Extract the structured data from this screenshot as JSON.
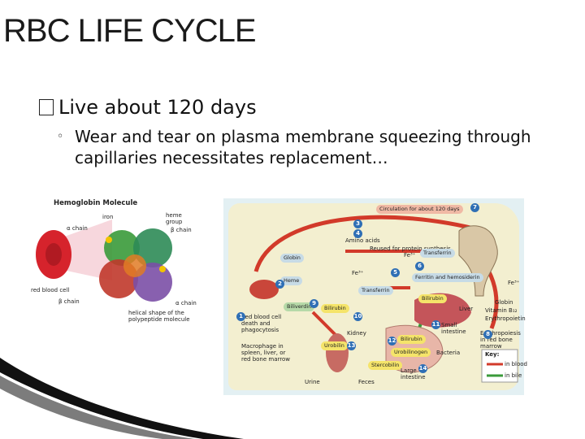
{
  "slide": {
    "title": "RBC LIFE CYCLE",
    "bullet1": "Live about 120 days",
    "bullet2_mark": "◦",
    "bullet2": "Wear and tear on plasma membrane squeezing through capillaries necessitates replacement…"
  },
  "hemoglobin_figure": {
    "heading": "Hemoglobin Molecule",
    "labels": {
      "iron": "iron",
      "heme_group": "heme group",
      "beta_chain_top": "β chain",
      "alpha_chain_top": "α chain",
      "alpha_chain_bottom": "α chain",
      "beta_chain_bottom": "β chain",
      "red_blood_cell": "red blood cell",
      "helical": "helical shape of the polypeptide molecule"
    },
    "colors": {
      "rbc": "#d6232c",
      "beta": "#3a9a3a",
      "alpha": "#c0392b",
      "purple": "#7b4fa6"
    }
  },
  "cycle_figure": {
    "circulation": "Circulation for about 120 days",
    "globin": "Globin",
    "heme": "Heme",
    "amino_acids": "Amino acids",
    "reused": "Reused for protein synthesis",
    "fe3_a": "Fe³⁺",
    "transferrin_top": "Transferrin",
    "fe3_b": "Fe³⁺",
    "transferrin_mid": "Transferrin",
    "ferritin": "Ferritin and hemosiderin",
    "bilirubin_a": "Bilirubin",
    "liver": "Liver",
    "biliverdin": "Biliverdin",
    "bilirubin_b": "Bilirubin",
    "rbc_death": "Red blood cell death and phagocytosis",
    "small_intestine": "Small intestine",
    "kidney": "Kidney",
    "urobilin": "Urobilin",
    "bilirubin_c": "Bilirubin",
    "urobilinogen": "Urobilinogen",
    "bacteria": "Bacteria",
    "stercobilin": "Stercobilin",
    "large_intestine": "Large intestine",
    "macrophage": "Macrophage in spleen, liver, or red bone marrow",
    "urine": "Urine",
    "feces": "Feces",
    "fe3_c": "Fe³⁺",
    "globin_r": "Globin",
    "vitamin": "Vitamin B₁₂",
    "erythropoietin": "Erythropoietin",
    "erythropoiesis": "Erythropoiesis in red bone marrow",
    "key": "Key:",
    "in_blood": "in blood",
    "in_bile": "in bile",
    "nums": [
      "1",
      "2",
      "3",
      "4",
      "5",
      "6",
      "7",
      "8",
      "9",
      "10",
      "11",
      "12",
      "13",
      "14"
    ],
    "colors": {
      "blood_arrow": "#d23a2a",
      "bile_arrow": "#3a9a3a",
      "step": "#2f6fb5",
      "cell_red": "#c9463a"
    }
  }
}
